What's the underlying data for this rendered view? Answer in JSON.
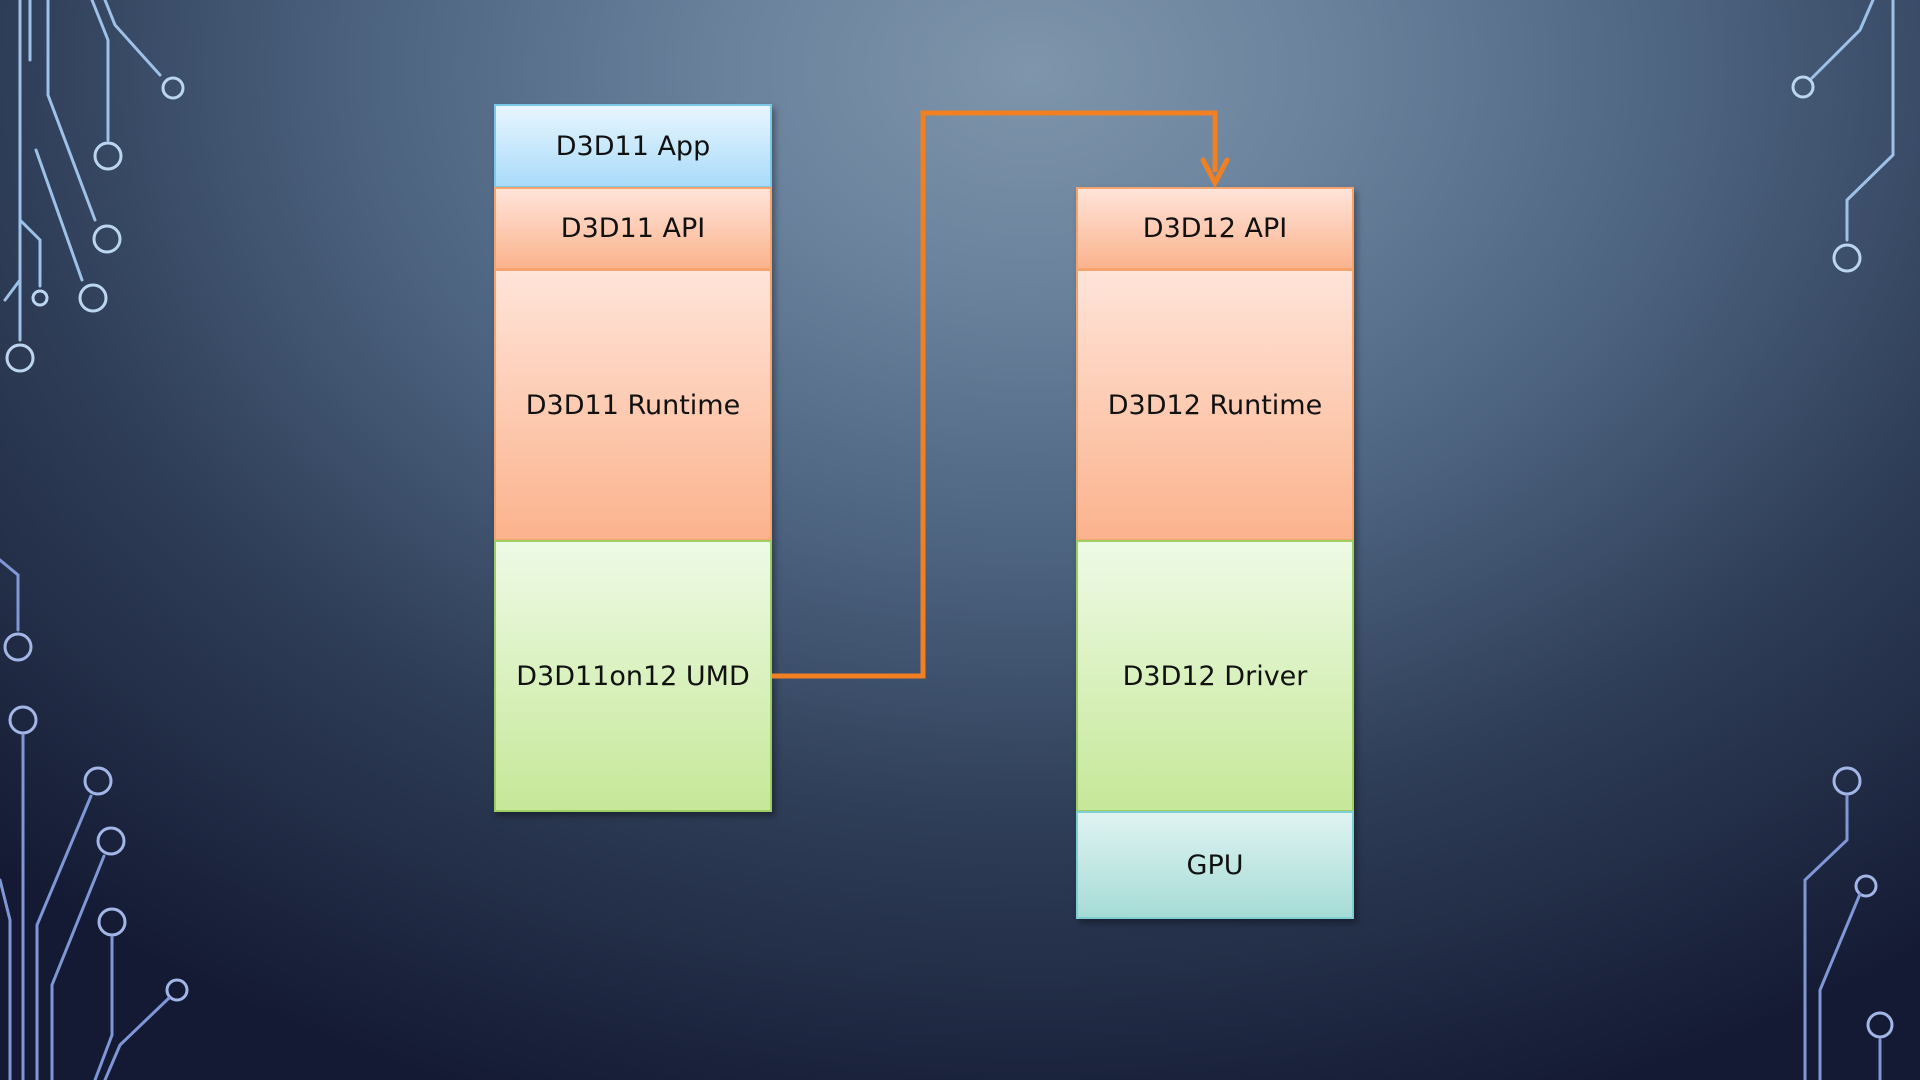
{
  "left_stack": {
    "app": "D3D11 App",
    "api": "D3D11 API",
    "runtime": "D3D11 Runtime",
    "umd": "D3D11on12 UMD"
  },
  "right_stack": {
    "api": "D3D12 API",
    "runtime": "D3D12 Runtime",
    "driver": "D3D12 Driver",
    "gpu": "GPU"
  },
  "colors": {
    "connector": "#f08022",
    "app_fill": "#c9eafd",
    "api_runtime_fill": "#fcc6aa",
    "driver_fill": "#d9f2c0",
    "gpu_fill": "#bfe6e2"
  }
}
